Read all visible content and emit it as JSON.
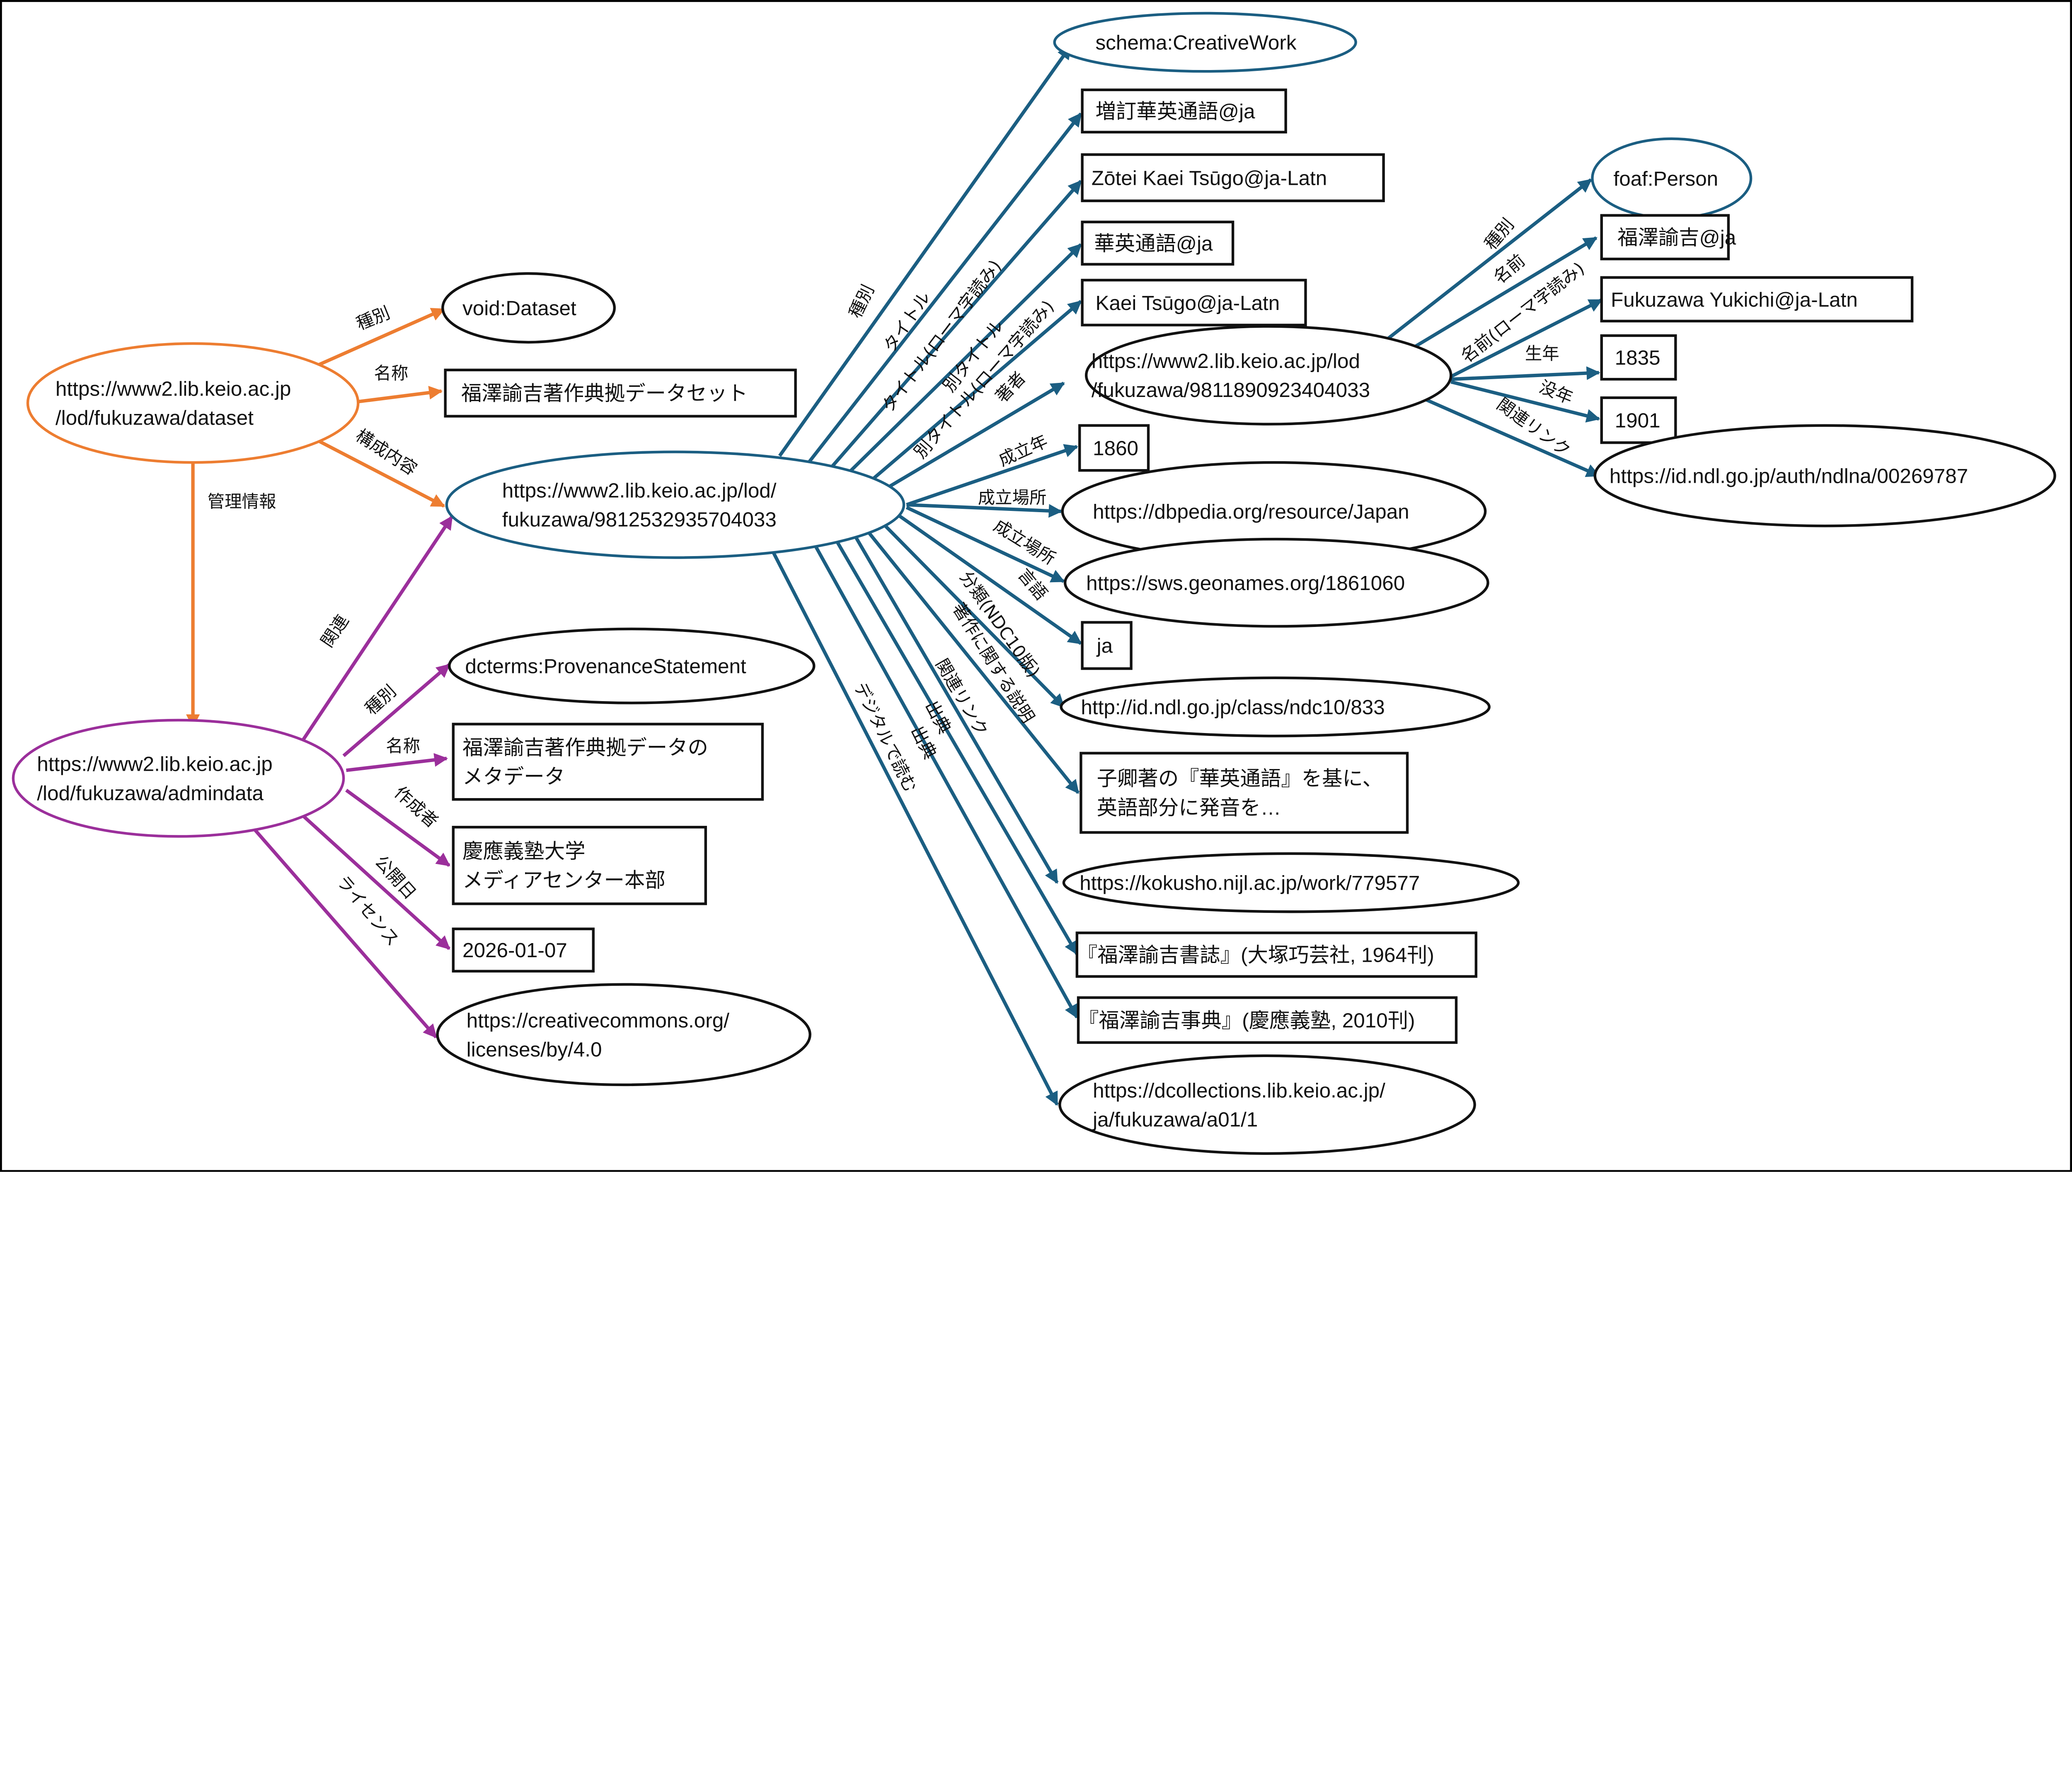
{
  "colors": {
    "dataset": "#ED7D31",
    "admin": "#9B2F9B",
    "work": "#1B5E82",
    "literal": "#111111"
  },
  "nodes": {
    "dataset": {
      "lines": [
        "https://www2.lib.keio.ac.jp",
        "/lod/fukuzawa/dataset"
      ]
    },
    "void_dataset": {
      "lines": [
        "void:Dataset"
      ]
    },
    "dataset_name": {
      "lines": [
        "福澤諭吉著作典拠データセット"
      ]
    },
    "admindata": {
      "lines": [
        "https://www2.lib.keio.ac.jp",
        "/lod/fukuzawa/admindata"
      ]
    },
    "provenance": {
      "lines": [
        "dcterms:ProvenanceStatement"
      ]
    },
    "admin_name": {
      "lines": [
        "福澤諭吉著作典拠データの",
        "メタデータ"
      ]
    },
    "admin_creator": {
      "lines": [
        "慶應義塾大学",
        "メディアセンター本部"
      ]
    },
    "admin_date": {
      "lines": [
        "2026-01-07"
      ]
    },
    "license": {
      "lines": [
        "https://creativecommons.org/",
        "licenses/by/4.0"
      ]
    },
    "work": {
      "lines": [
        "https://www2.lib.keio.ac.jp/lod/",
        "fukuzawa/9812532935704033"
      ]
    },
    "creative_work": {
      "lines": [
        "schema:CreativeWork"
      ]
    },
    "title_ja": {
      "lines": [
        "増訂華英通語@ja"
      ]
    },
    "title_latn": {
      "lines": [
        "Zōtei Kaei Tsūgo@ja-Latn"
      ]
    },
    "alt_title_ja": {
      "lines": [
        "華英通語@ja"
      ]
    },
    "alt_title_latn": {
      "lines": [
        "Kaei Tsūgo@ja-Latn"
      ]
    },
    "person": {
      "lines": [
        "https://www2.lib.keio.ac.jp/lod",
        "/fukuzawa/9811890923404033"
      ]
    },
    "year": {
      "lines": [
        "1860"
      ]
    },
    "place_dbpedia": {
      "lines": [
        "https://dbpedia.org/resource/Japan"
      ]
    },
    "place_geonames": {
      "lines": [
        "https://sws.geonames.org/1861060"
      ]
    },
    "lang": {
      "lines": [
        "ja"
      ]
    },
    "ndc": {
      "lines": [
        "http://id.ndl.go.jp/class/ndc10/833"
      ]
    },
    "description": {
      "lines": [
        "子卿著の『華英通語』を基に、",
        "英語部分に発音を…"
      ]
    },
    "kokusho": {
      "lines": [
        "https://kokusho.nijl.ac.jp/work/779577"
      ]
    },
    "source1": {
      "lines": [
        "『福澤諭吉書誌』(大塚巧芸社, 1964刊)"
      ]
    },
    "source2": {
      "lines": [
        "『福澤諭吉事典』(慶應義塾, 2010刊)"
      ]
    },
    "digital": {
      "lines": [
        "https://dcollections.lib.keio.ac.jp/",
        "ja/fukuzawa/a01/1"
      ]
    },
    "foaf_person": {
      "lines": [
        "foaf:Person"
      ]
    },
    "person_name_ja": {
      "lines": [
        "福澤諭吉@ja"
      ]
    },
    "person_name_latn": {
      "lines": [
        "Fukuzawa Yukichi@ja-Latn"
      ]
    },
    "birth": {
      "lines": [
        "1835"
      ]
    },
    "death": {
      "lines": [
        "1901"
      ]
    },
    "ndlna": {
      "lines": [
        "https://id.ndl.go.jp/auth/ndlna/00269787"
      ]
    }
  },
  "edges": {
    "ds_type": "種別",
    "ds_name": "名称",
    "ds_content": "構成内容",
    "ds_admin": "管理情報",
    "ad_related": "関連",
    "ad_type": "種別",
    "ad_name": "名称",
    "ad_creator": "作成者",
    "ad_date": "公開日",
    "ad_license": "ライセンス",
    "w_type": "種別",
    "w_title": "タイトル",
    "w_title_latn": "タイトル(ローマ字読み)",
    "w_alt": "別タイトル",
    "w_alt_latn": "別タイトル(ローマ字読み)",
    "w_author": "著者",
    "w_year": "成立年",
    "w_place1": "成立場所",
    "w_place2": "成立場所",
    "w_lang": "言語",
    "w_ndc": "分類(NDC10版)",
    "w_desc": "著作に関する説明",
    "w_link": "関連リンク",
    "w_src1": "出典",
    "w_src2": "出典",
    "w_digital": "デジタルで読む",
    "p_type": "種別",
    "p_name": "名前",
    "p_name_latn": "名前(ローマ字読み)",
    "p_birth": "生年",
    "p_death": "没年",
    "p_link": "関連リンク"
  }
}
